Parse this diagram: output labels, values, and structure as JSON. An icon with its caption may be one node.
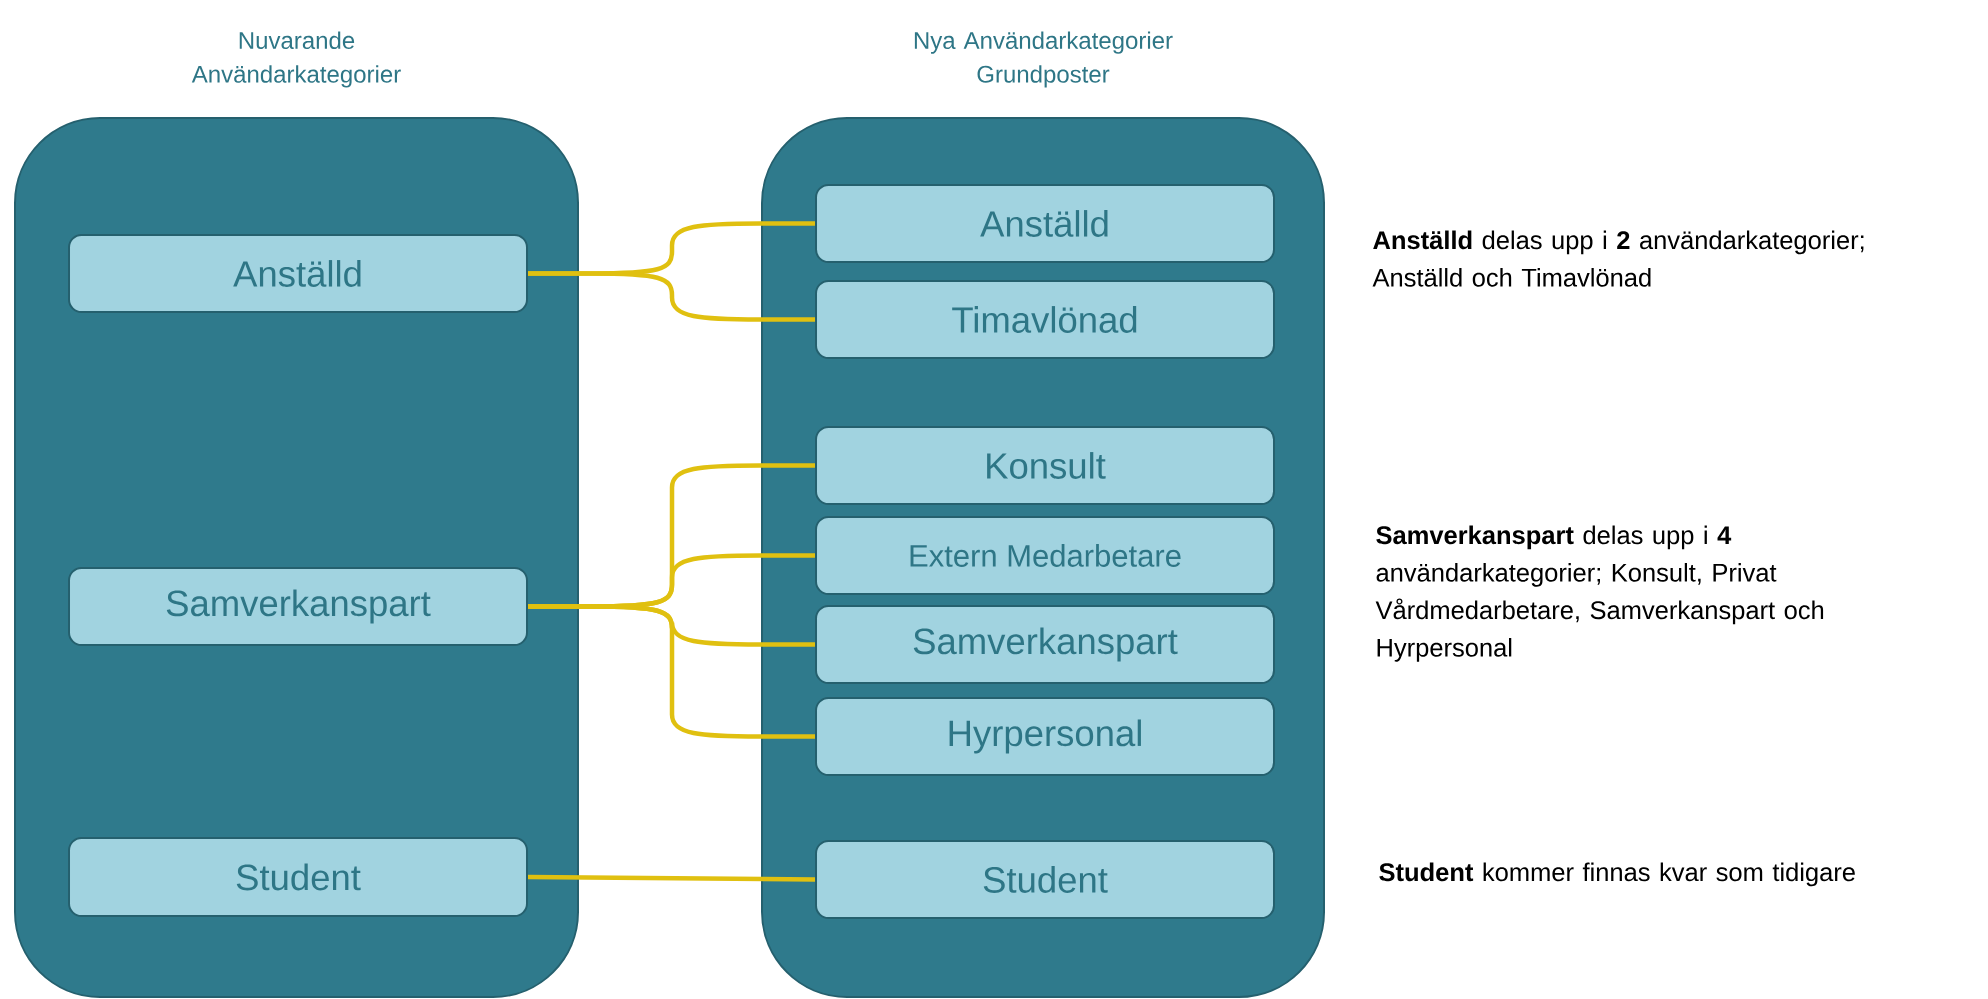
{
  "diagram": {
    "nodes": [
      {
        "text": [
          "Nuvarande Användarkategorier"
        ]
      },
      {
        "text": [
          "Anställd"
        ],
        "in": 0
      },
      {
        "text": [
          "Samverkanspart"
        ],
        "in": 0
      },
      {
        "text": [
          "Student"
        ],
        "in": 0
      },
      {
        "text": [
          "Nya Användarkategorier Grundposter"
        ]
      },
      {
        "text": [
          "Anställd"
        ],
        "in": 4
      },
      {
        "text": [
          "Timavlönad"
        ],
        "in": 4
      },
      {
        "text": [
          "Konsult"
        ],
        "in": 4
      },
      {
        "text": [
          "Extern Medarbetare"
        ],
        "in": 4
      },
      {
        "text": [
          "Samverkanspart"
        ],
        "in": 4
      },
      {
        "text": [
          "Hyrpersonal"
        ],
        "in": 4
      },
      {
        "text": [
          "Student"
        ],
        "in": 4
      }
    ],
    "edges": [
      {
        "from": 1,
        "to": 5,
        "arrow": "none"
      },
      {
        "from": 1,
        "to": 6,
        "arrow": "none"
      },
      {
        "from": 2,
        "to": 7,
        "arrow": "none"
      },
      {
        "from": 2,
        "to": 8,
        "arrow": "none"
      },
      {
        "from": 2,
        "to": 9,
        "arrow": "none"
      },
      {
        "from": 2,
        "to": 10,
        "arrow": "none"
      },
      {
        "from": 3,
        "to": 11,
        "arrow": "none"
      }
    ],
    "labels": [
      "**Anställd** delas upp i **2** användarkategorier; Anställd och Timavlönad",
      "**Samverkanspart** delas upp i **4** användarkategorier; Konsult, Privat Vårdmedarbetare, Samverkanspart och Hyrpersonal",
      "**Student** kommer finnas kvar som tidigare"
    ]
  }
}
